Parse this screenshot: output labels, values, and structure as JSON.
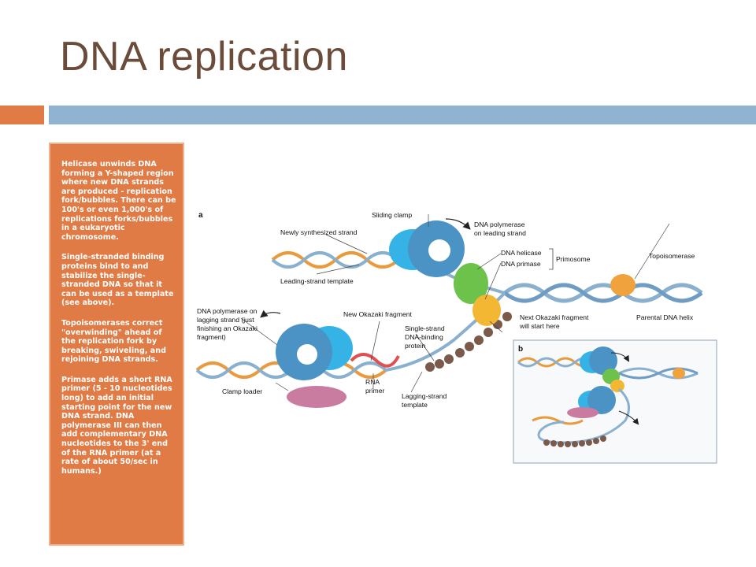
{
  "slide": {
    "title": "DNA replication"
  },
  "colors": {
    "title": "#6b4c3b",
    "accent_orange": "#e07b45",
    "bar_blue": "#91b3d2",
    "textbox_bg": "#e07b45",
    "textbox_border": "#f0b28c",
    "polymerase_blue": "#4a93c4",
    "clamp_cyan": "#35b3e6",
    "helicase_green": "#6cc24a",
    "primase_yellow": "#f4b734",
    "topoisomerase_orange": "#f0a23c",
    "clamp_loader_pink": "#c97c9f",
    "ssb_brown": "#7a5a4a",
    "dna_orange": "#e89a3c",
    "dna_blue": "#8ab0cf"
  },
  "sidebar": {
    "paragraphs": [
      "Helicase unwinds DNA forming a Y-shaped region where new DNA strands are produced - replication fork/bubbles. There can be 100's or even 1,000's of replications forks/bubbles in a eukaryotic chromosome.",
      "Single-stranded binding proteins bind to and stabilize the single-stranded DNA so that it can be used as a template (see above).",
      "Topoisomerases correct \"overwinding\" ahead of the replication fork by breaking, swiveling, and rejoining DNA strands.",
      "Primase adds a short RNA primer (5 - 10 nucleotides long) to add an initial starting point for the new DNA strand. DNA polymerase III can then add complementary DNA nucleotides to the 3' end of the RNA primer (at a rate of about 50/sec in humans.)"
    ]
  },
  "diagram": {
    "panel_a": "a",
    "panel_b": "b",
    "labels": {
      "sliding_clamp": "Sliding clamp",
      "pol_leading_1": "DNA polymerase",
      "pol_leading_2": "on leading strand",
      "newly_synth": "Newly synthesized strand",
      "helicase": "DNA helicase",
      "primase": "DNA primase",
      "primosome": "Primosome",
      "topoisomerase": "Topoisomerase",
      "leading_template": "Leading-strand template",
      "pol_lag_1": "DNA polymerase on",
      "pol_lag_2": "lagging strand (just",
      "pol_lag_3": "finishing an Okazaki",
      "pol_lag_4": "fragment)",
      "new_okazaki": "New Okazaki fragment",
      "ssb_1": "Single-strand",
      "ssb_2": "DNA-binding",
      "ssb_3": "protein",
      "next_okazaki_1": "Next Okazaki fragment",
      "next_okazaki_2": "will start here",
      "parental": "Parental DNA helix",
      "clamp_loader": "Clamp loader",
      "rna_1": "RNA",
      "rna_2": "primer",
      "lagging_1": "Lagging-strand",
      "lagging_2": "template"
    }
  }
}
